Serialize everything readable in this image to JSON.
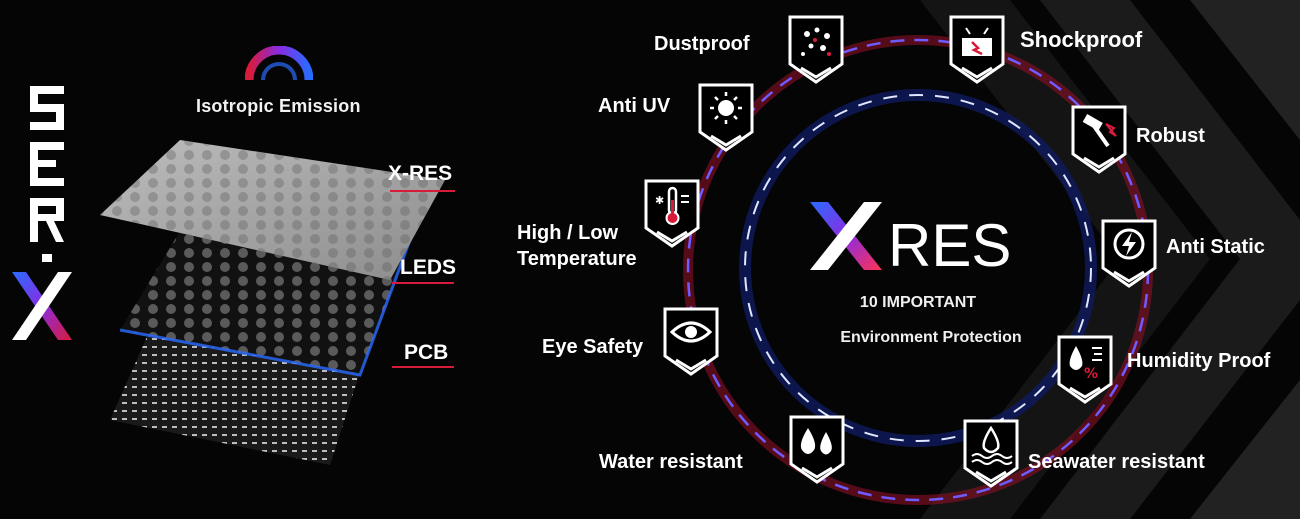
{
  "brand": {
    "vertical_logo_text": "X-RES",
    "center_logo_text": "XRES",
    "accent_blue": "#2a6bff",
    "accent_red": "#d81b3a",
    "accent_purple": "#8a2be2"
  },
  "left_panel": {
    "emission_label": "Isotropic Emission",
    "layers": [
      {
        "label": "X-RES"
      },
      {
        "label": "LEDS"
      },
      {
        "label": "PCB"
      }
    ]
  },
  "center": {
    "subtitle_line1": "10 IMPORTANT",
    "subtitle_line2": "Environment Protection"
  },
  "features": [
    {
      "label": "Dustproof",
      "icon": "dust-icon"
    },
    {
      "label": "Shockproof",
      "icon": "shock-icon"
    },
    {
      "label": "Anti UV",
      "icon": "sun-icon"
    },
    {
      "label": "Robust",
      "icon": "hammer-icon"
    },
    {
      "label": "High / Low",
      "label2": "Temperature",
      "icon": "thermometer-icon"
    },
    {
      "label": "Anti Static",
      "icon": "lightning-icon"
    },
    {
      "label": "Eye Safety",
      "icon": "eye-icon"
    },
    {
      "label": "Humidity Proof",
      "icon": "humidity-icon"
    },
    {
      "label": "Water resistant",
      "icon": "water-drops-icon"
    },
    {
      "label": "Seawater resistant",
      "icon": "seawater-icon"
    }
  ]
}
